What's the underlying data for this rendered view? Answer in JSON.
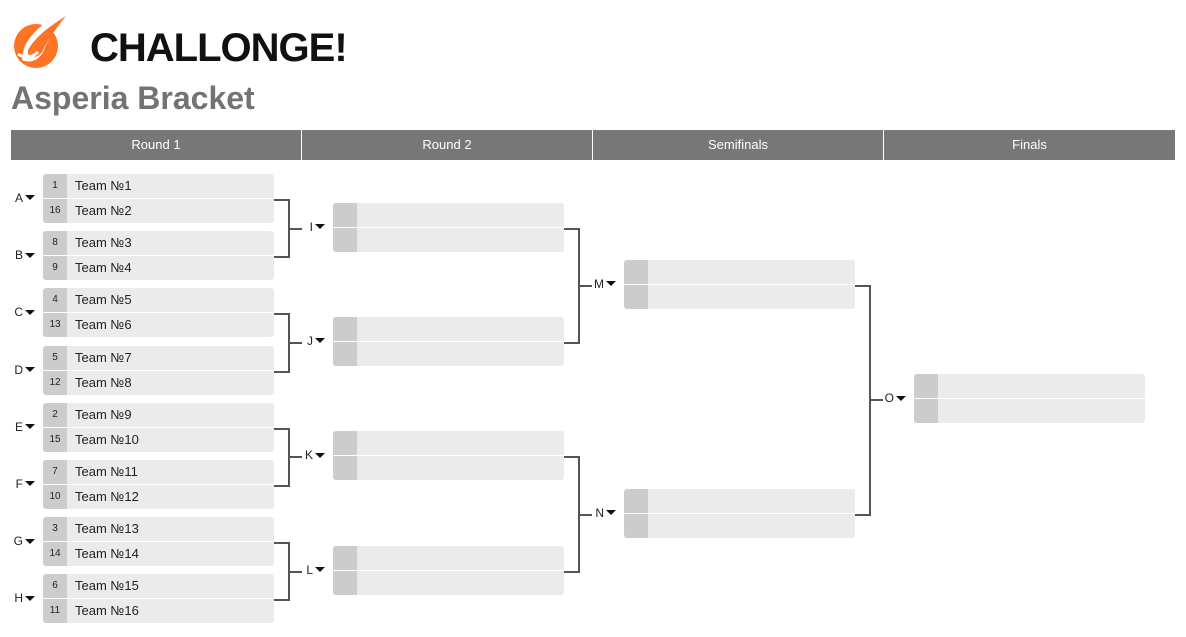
{
  "brand": {
    "name": "CHALLONGE!",
    "accent": "#ff7324"
  },
  "title": "Asperia Bracket",
  "rounds": [
    "Round 1",
    "Round 2",
    "Semifinals",
    "Finals"
  ],
  "round1": [
    {
      "id": "A",
      "p1": {
        "seed": "1",
        "name": "Team №1"
      },
      "p2": {
        "seed": "16",
        "name": "Team №2"
      }
    },
    {
      "id": "B",
      "p1": {
        "seed": "8",
        "name": "Team №3"
      },
      "p2": {
        "seed": "9",
        "name": "Team №4"
      }
    },
    {
      "id": "C",
      "p1": {
        "seed": "4",
        "name": "Team №5"
      },
      "p2": {
        "seed": "13",
        "name": "Team №6"
      }
    },
    {
      "id": "D",
      "p1": {
        "seed": "5",
        "name": "Team №7"
      },
      "p2": {
        "seed": "12",
        "name": "Team №8"
      }
    },
    {
      "id": "E",
      "p1": {
        "seed": "2",
        "name": "Team №9"
      },
      "p2": {
        "seed": "15",
        "name": "Team №10"
      }
    },
    {
      "id": "F",
      "p1": {
        "seed": "7",
        "name": "Team №11"
      },
      "p2": {
        "seed": "10",
        "name": "Team №12"
      }
    },
    {
      "id": "G",
      "p1": {
        "seed": "3",
        "name": "Team №13"
      },
      "p2": {
        "seed": "14",
        "name": "Team №14"
      }
    },
    {
      "id": "H",
      "p1": {
        "seed": "6",
        "name": "Team №15"
      },
      "p2": {
        "seed": "11",
        "name": "Team №16"
      }
    }
  ],
  "round2": [
    {
      "id": "I"
    },
    {
      "id": "J"
    },
    {
      "id": "K"
    },
    {
      "id": "L"
    }
  ],
  "semifinals": [
    {
      "id": "M"
    },
    {
      "id": "N"
    }
  ],
  "finals": [
    {
      "id": "O"
    }
  ]
}
